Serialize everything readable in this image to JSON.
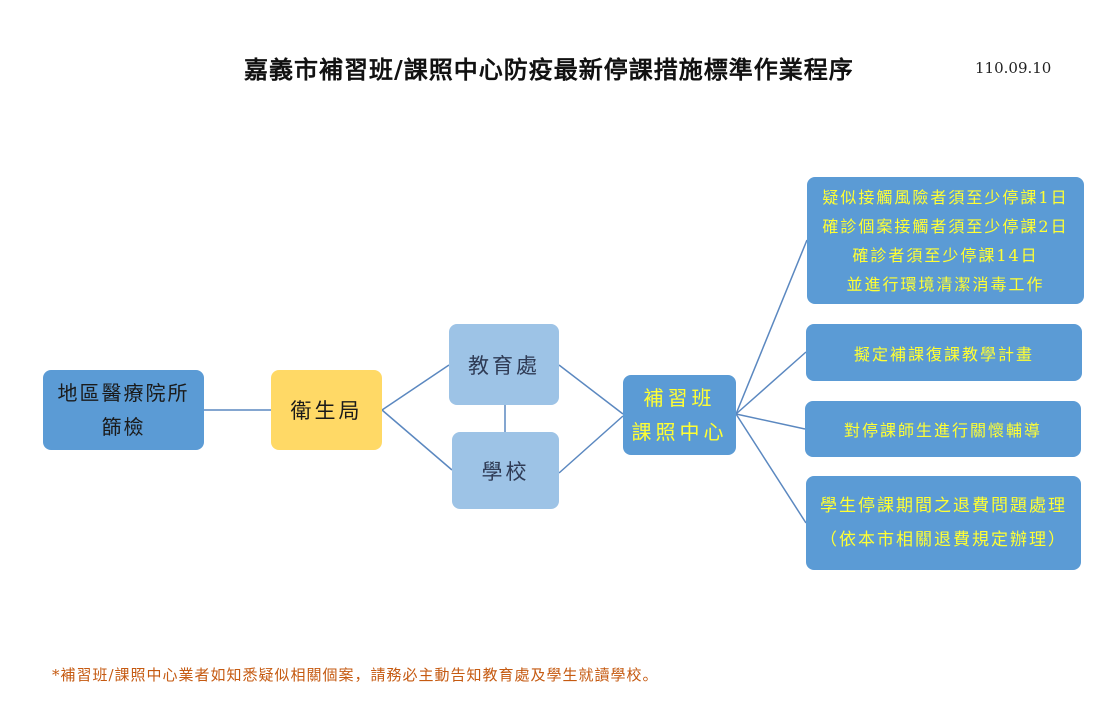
{
  "header": {
    "title": "嘉義市補習班/課照中心防疫最新停課措施標準作業程序",
    "date": "110.09.10"
  },
  "nodes": {
    "clinic": {
      "lines": [
        "地區醫療院所",
        "篩檢"
      ]
    },
    "health_bureau": {
      "label": "衛生局"
    },
    "education_dept": {
      "label": "教育處"
    },
    "school": {
      "label": "學校"
    },
    "cram_center": {
      "lines": [
        "補習班",
        "課照中心"
      ]
    }
  },
  "actions": [
    {
      "lines": [
        "疑似接觸風險者須至少停課1日",
        "確診個案接觸者須至少停課2日",
        "確診者須至少停課14日",
        "並進行環境清潔消毒工作"
      ]
    },
    {
      "lines": [
        "擬定補課復課教學計畫"
      ]
    },
    {
      "lines": [
        "對停課師生進行關懷輔導"
      ]
    },
    {
      "lines": [
        "學生停課期間之退費問題處理",
        "（依本市相關退費規定辦理）"
      ]
    }
  ],
  "footnote": "*補習班/課照中心業者如知悉疑似相關個案，請務必主動告知教育處及學生就讀學校。",
  "colors": {
    "dark_box": "#5b9bd5",
    "light_box": "#9dc3e6",
    "gold_box": "#ffd966",
    "highlight_text": "#ffff33",
    "footnote_text": "#c55a11",
    "connector": "#5b88c0"
  }
}
